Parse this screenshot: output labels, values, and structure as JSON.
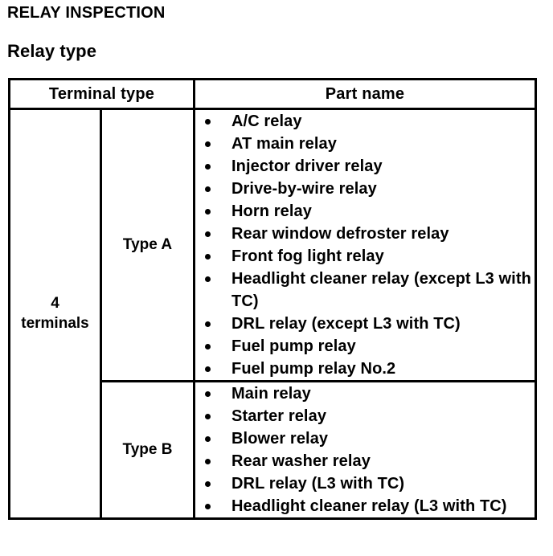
{
  "document": {
    "title": "RELAY INSPECTION",
    "subtitle": "Relay type"
  },
  "table": {
    "headers": {
      "terminal_type": "Terminal type",
      "part_name": "Part name"
    },
    "terminal_group": {
      "label": "4\nterminals",
      "line1": "4",
      "line2": "terminals"
    },
    "rows": [
      {
        "type_label": "Type A",
        "parts": [
          "A/C relay",
          "AT main relay",
          "Injector driver relay",
          "Drive-by-wire relay",
          "Horn relay",
          "Rear window defroster relay",
          "Front fog light relay",
          "Headlight cleaner relay (except L3 with TC)",
          "DRL relay (except L3 with TC)",
          "Fuel pump relay",
          "Fuel pump relay No.2"
        ]
      },
      {
        "type_label": "Type B",
        "parts": [
          "Main relay",
          "Starter relay",
          "Blower relay",
          "Rear washer relay",
          "DRL relay (L3 with TC)",
          "Headlight cleaner relay (L3 with TC)"
        ]
      }
    ]
  },
  "colors": {
    "text": "#000000",
    "background": "#ffffff",
    "border": "#000000"
  }
}
